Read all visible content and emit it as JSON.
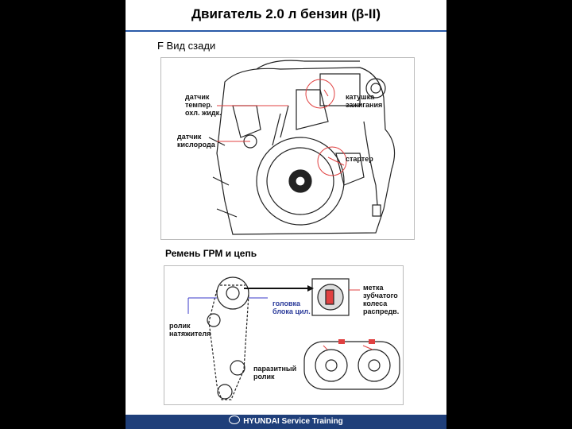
{
  "title": "Двигатель 2.0 л бензин (β-II)",
  "subtitle": "F Вид сзади",
  "figure1": {
    "labels": {
      "coolant_sensor": [
        "датчик",
        "темпер.",
        "охл. жидк."
      ],
      "oxygen_sensor": [
        "датчик",
        "кислорода"
      ],
      "ignition_coil": [
        "катушка",
        "зажигания"
      ],
      "starter": [
        "стартер"
      ]
    }
  },
  "section2_title": "Ремень ГРМ и цепь",
  "figure2": {
    "labels": {
      "cylinder_head": [
        "головка",
        "блока цил."
      ],
      "tensioner": [
        "ролик",
        "натяжителя"
      ],
      "idler": [
        "паразитный",
        "ролик"
      ],
      "timing_mark": [
        "метка",
        "зубчатого",
        "колеса",
        "распредв."
      ]
    }
  },
  "footer": {
    "brand": "HYUNDAI",
    "text": "Service Training"
  },
  "colors": {
    "title_line": "#2a5aa8",
    "callout_line": "#e04040",
    "blue_label": "#2a3a9a",
    "footer": "#1f3f7a"
  }
}
